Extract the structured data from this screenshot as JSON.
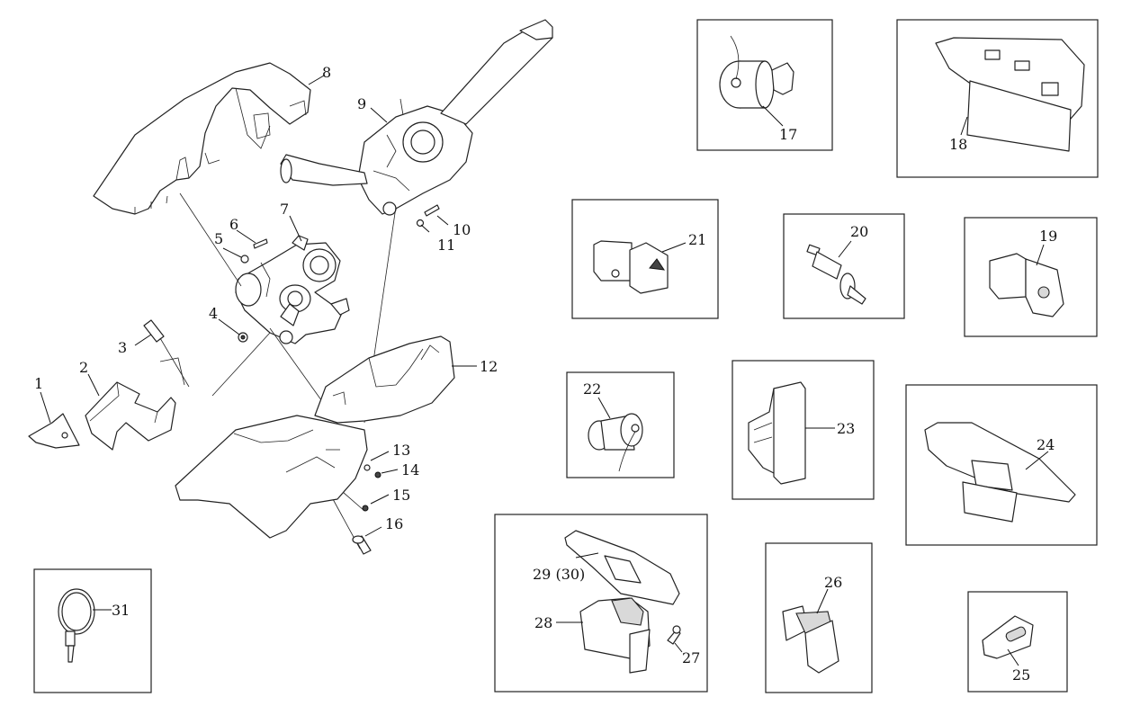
{
  "callouts": {
    "c1": "1",
    "c2": "2",
    "c3": "3",
    "c4": "4",
    "c5": "5",
    "c6": "6",
    "c7": "7",
    "c8": "8",
    "c9": "9",
    "c10": "10",
    "c11": "11",
    "c12": "12",
    "c13": "13",
    "c14": "14",
    "c15": "15",
    "c16": "16",
    "c17": "17",
    "c18": "18",
    "c19": "19",
    "c20": "20",
    "c21": "21",
    "c22": "22",
    "c23": "23",
    "c24": "24",
    "c25": "25",
    "c26": "26",
    "c27": "27",
    "c28": "28",
    "c29": "29 (30)",
    "c31": "31"
  }
}
